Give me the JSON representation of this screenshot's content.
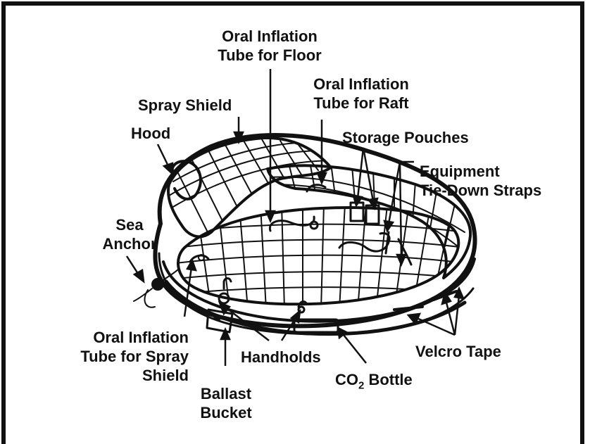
{
  "labels": {
    "oral_floor": [
      "Oral Inflation",
      "Tube for Floor"
    ],
    "oral_raft": [
      "Oral Inflation",
      "Tube for Raft"
    ],
    "spray_shield": "Spray Shield",
    "hood": "Hood",
    "storage_pouches": "Storage Pouches",
    "equipment_straps": [
      "Equipment",
      "Tie-Down Straps"
    ],
    "sea_anchor": [
      "Sea",
      "Anchor"
    ],
    "oral_spray": [
      "Oral Inflation",
      "Tube for Spray",
      "Shield"
    ],
    "handholds": "Handholds",
    "velcro_tape": "Velcro Tape",
    "co2_main": "CO",
    "co2_sub": "2",
    "co2_tail": " Bottle",
    "ballast_bucket": [
      "Ballast",
      "Bucket"
    ]
  },
  "colors": {
    "ink": "#111111",
    "paper": "#ffffff"
  }
}
